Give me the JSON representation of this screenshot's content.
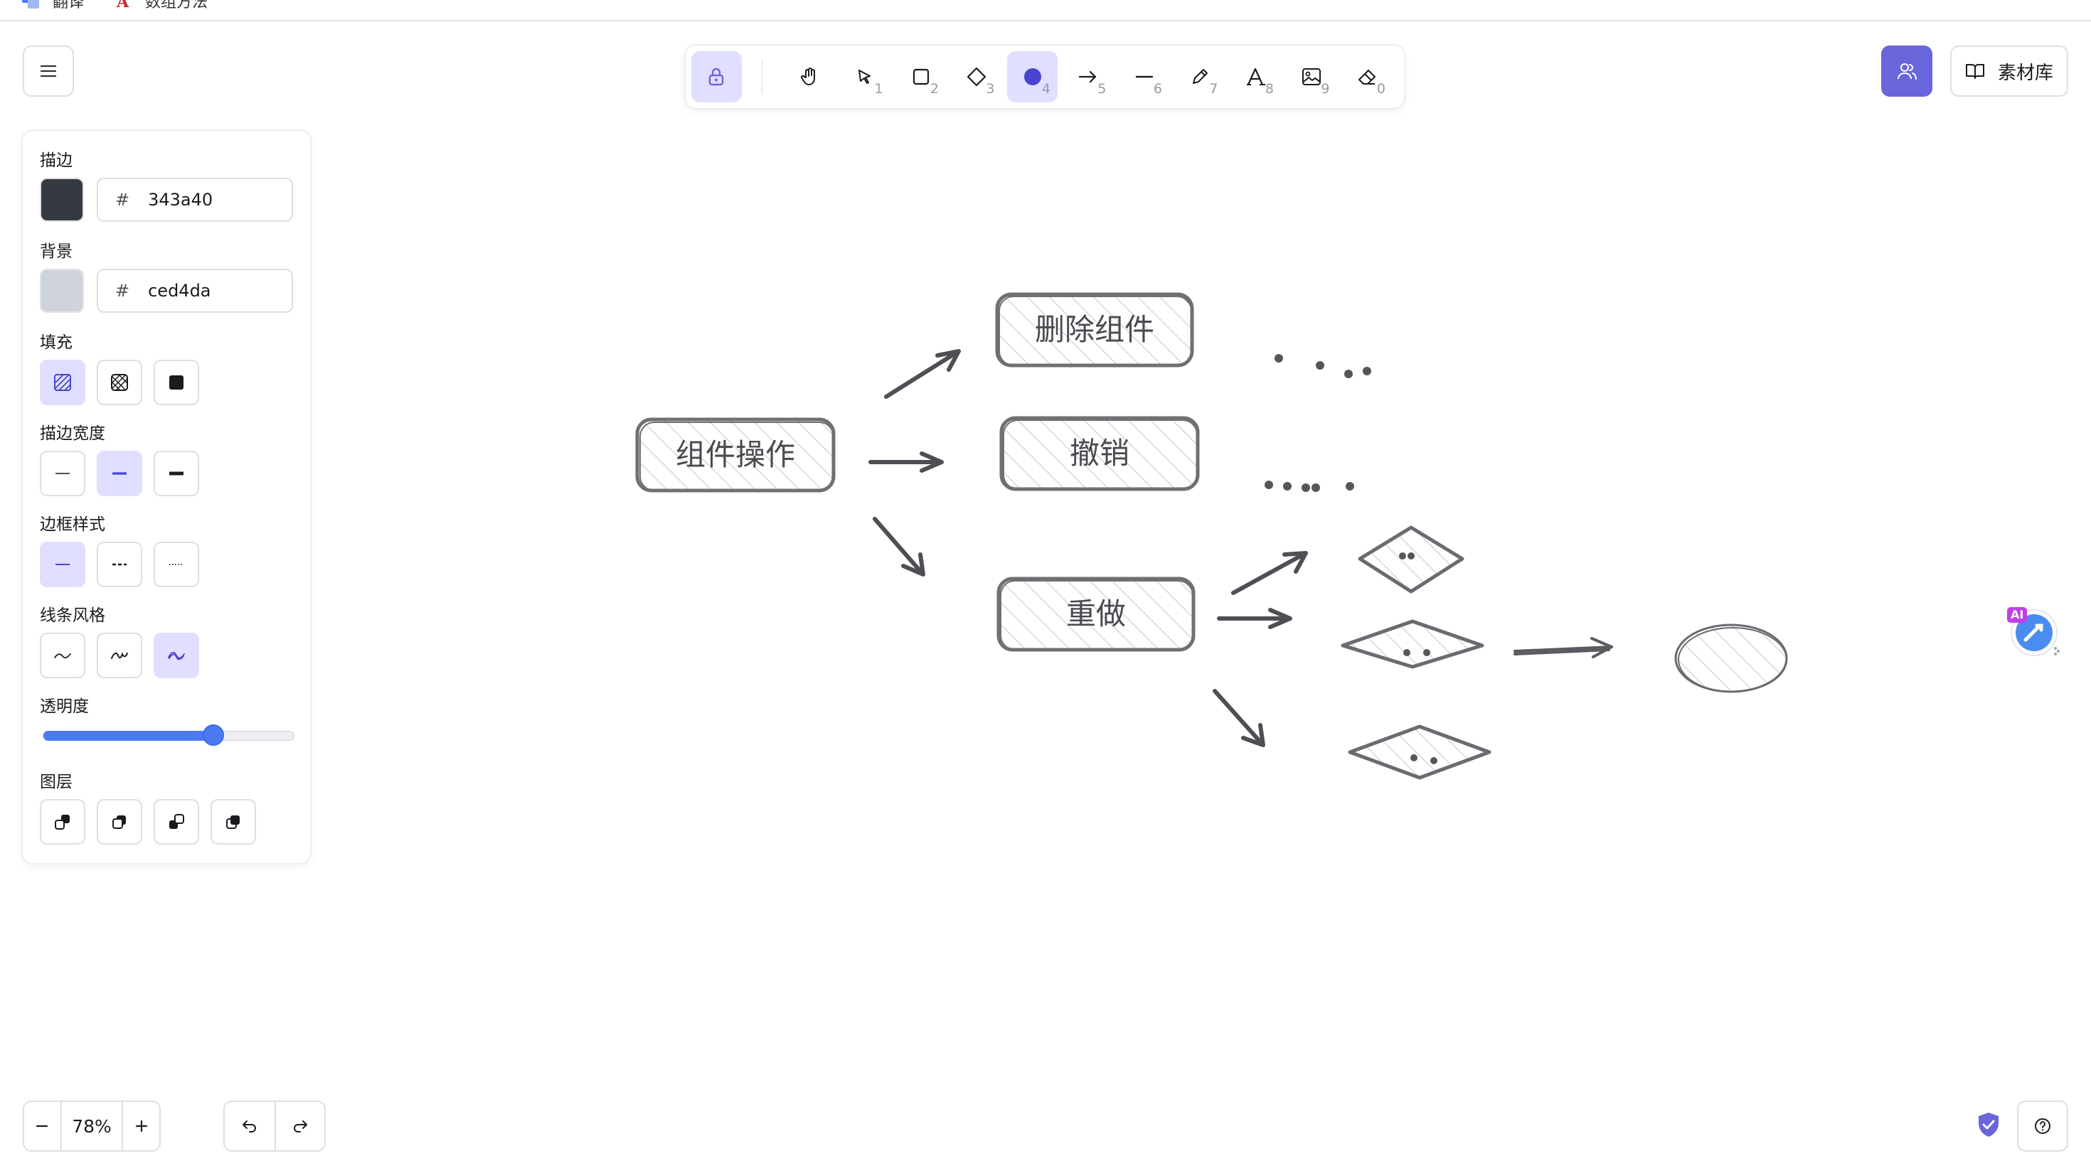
{
  "bookmarks": [
    {
      "label": "翻译",
      "icon": "translate-icon"
    },
    {
      "label": "数组方法",
      "icon": "bookmark-a-icon"
    }
  ],
  "toolbar": {
    "tools": [
      {
        "name": "lock",
        "icon": "lock-icon",
        "key": "",
        "active": true
      },
      {
        "name": "hand",
        "icon": "hand-icon",
        "key": "",
        "active": false
      },
      {
        "name": "select",
        "icon": "pointer-icon",
        "key": "1",
        "active": false
      },
      {
        "name": "rectangle",
        "icon": "square-icon",
        "key": "2",
        "active": false
      },
      {
        "name": "diamond",
        "icon": "diamond-icon",
        "key": "3",
        "active": false
      },
      {
        "name": "ellipse",
        "icon": "circle-icon",
        "key": "4",
        "active": true
      },
      {
        "name": "arrow",
        "icon": "arrow-icon",
        "key": "5",
        "active": false
      },
      {
        "name": "line",
        "icon": "line-icon",
        "key": "6",
        "active": false
      },
      {
        "name": "draw",
        "icon": "pencil-icon",
        "key": "7",
        "active": false
      },
      {
        "name": "text",
        "icon": "text-icon",
        "key": "8",
        "active": false
      },
      {
        "name": "image",
        "icon": "image-icon",
        "key": "9",
        "active": false
      },
      {
        "name": "eraser",
        "icon": "eraser-icon",
        "key": "0",
        "active": false
      }
    ]
  },
  "library_button": {
    "label": "素材库",
    "icon": "book-icon"
  },
  "properties": {
    "stroke": {
      "label": "描边",
      "hash": "#",
      "value": "343a40",
      "color": "#343a40"
    },
    "background": {
      "label": "背景",
      "hash": "#",
      "value": "ced4da",
      "color": "#ced4da"
    },
    "fill": {
      "label": "填充",
      "options": [
        "hachure",
        "cross-hatch",
        "solid"
      ],
      "selected": "hachure"
    },
    "stroke_width": {
      "label": "描边宽度",
      "options": [
        "thin",
        "bold",
        "extra-bold"
      ],
      "selected": "bold"
    },
    "stroke_style": {
      "label": "边框样式",
      "options": [
        "solid",
        "dashed",
        "dotted"
      ],
      "selected": "solid"
    },
    "sloppiness": {
      "label": "线条风格",
      "options": [
        "architect",
        "artist",
        "cartoonist"
      ],
      "selected": "cartoonist"
    },
    "opacity": {
      "label": "透明度",
      "value": 0.68
    },
    "layers": {
      "label": "图层",
      "options": [
        "send-to-back",
        "send-backward",
        "bring-forward",
        "bring-to-front"
      ]
    }
  },
  "zoom": {
    "value": "78%"
  },
  "canvas": {
    "nodes": [
      {
        "id": "component-ops",
        "text": "组件操作"
      },
      {
        "id": "delete-component",
        "text": "删除组件"
      },
      {
        "id": "undo",
        "text": "撤销"
      },
      {
        "id": "redo",
        "text": "重做"
      }
    ]
  },
  "ai_badge": "AI",
  "colors": {
    "accent": "#6965db",
    "accent_light": "#e0dfff",
    "slider": "#4a7bf2"
  }
}
